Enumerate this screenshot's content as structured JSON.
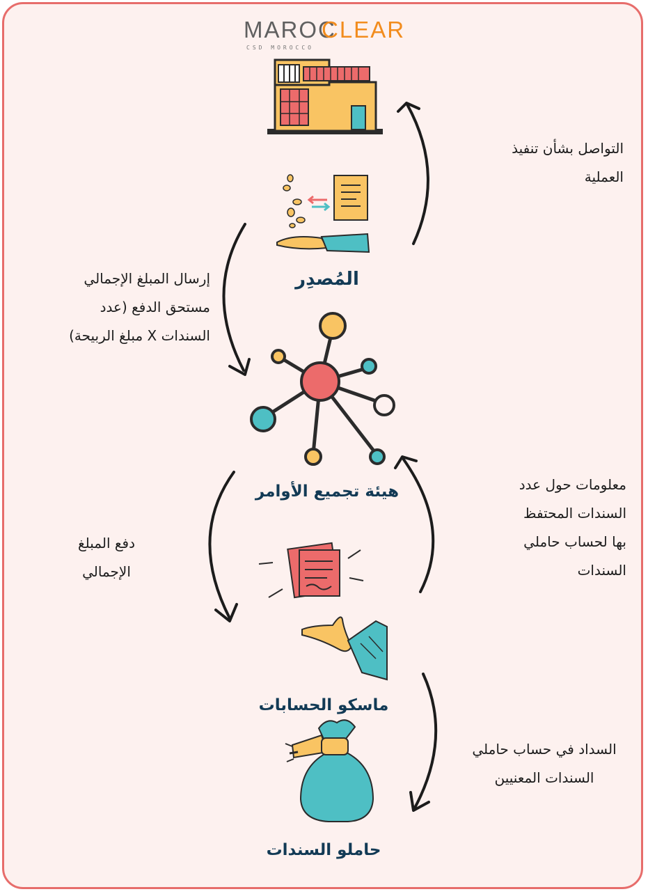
{
  "logo": {
    "maroc": "MAROC",
    "clear": "CLEAR",
    "subtitle": "CSD MOROCCO"
  },
  "nodes": {
    "issuer": "المُصدِر",
    "collective": "هيئة تجميع الأوامر",
    "account_keepers": "ماسكو الحسابات",
    "holders": "حاملو السندات"
  },
  "notes": {
    "communication": [
      "التواصل بشأن تنفيذ",
      "العملية"
    ],
    "send_total": [
      "إرسال المبلغ الإجمالي",
      "مستحق الدفع (عدد",
      "السندات X مبلغ الربيحة)"
    ],
    "pay_total": [
      "دفع المبلغ",
      "الإجمالي"
    ],
    "info": [
      "معلومات حول عدد",
      "السندات المحتفظ",
      "بها لحساب حاملي",
      "السندات"
    ],
    "settlement": [
      "السداد في حساب حاملي",
      "السندات المعنيين"
    ]
  },
  "icons": {
    "building": "building-icon",
    "exchange": "coin-exchange-icon",
    "network": "network-hub-icon",
    "documents": "documents-icon",
    "hand": "open-hand-icon",
    "moneybag": "money-bag-icon"
  },
  "colors": {
    "border": "#e76d6b",
    "background": "#fdf1ef",
    "accent_coral": "#ec6b6b",
    "accent_yellow": "#f9c463",
    "accent_teal": "#4ebfc4",
    "label": "#123a55"
  }
}
